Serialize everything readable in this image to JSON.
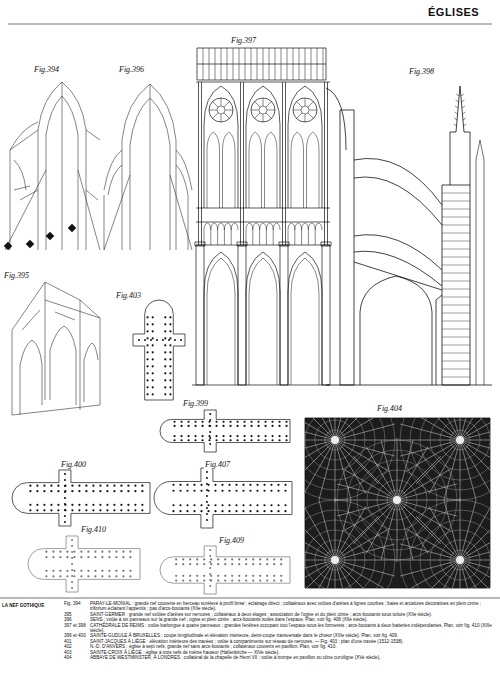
{
  "diagram": {
    "title": "ÉGLISES",
    "labels": [
      "Fig.394",
      "Fig.396",
      "Fig.397",
      "Fig.398",
      "Fig.395",
      "Fig.403",
      "Fig.399",
      "Fig.404",
      "Fig.400",
      "Fig.407",
      "Fig.410",
      "Fig.409",
      "LA NEF GOTHIQUE",
      "Fig. 394",
      "PARAY-LE-MONIAL : grande nef couverte en berceau surélevé à profil brisé ; éclairage direct ; collatéraux avec voûtes d'arêtes à lignes courbes ; baies et arcatures décoratives en plein cintre ; triforium éclairant l'appentis ; pas d'arcs-boutants (XIIe siècle).",
      "395",
      "SAINT-GERMER : grande nef voûtée d'arêtes sur nervures ; collatéraux à deux étages ; association de l'ogive et du plein cintre ; arcs-boutants sous toiture (XIIe siècle).",
      "396",
      "SENS ; voûte à six panneaux sur la grande nef ; ogive et plein cintre ; arcs-boutants isolés dans l'espace. Plan, voir fig. 408 (XIIe siècle).",
      "397 et 398",
      "CATHÉDRALE DE REIMS : voûte barlongue à quatre panneaux ; grandes fenêtres occupant tout l'espace sous les formerets ; arcs-boutants à deux batteries indépendantes. Plan, voir fig. 410 (XIIIe siècle).",
      "399 et 400",
      "SAINTE-GUDULE À BRUXELLES : coupe longitudinale et élévation intérieure, demi-coupe transversale dans le chœur (XIIIe siècle). Plan, voir fig. 409.",
      "401",
      "SAINT-JACQUES À LIÈGE : élévation intérieure des travées ; voûte à compartiments sur réseau de nervures. — Fig. 403 : plan d'une travée (1512-1538).",
      "402",
      "N.-D. D'ANVERS : église à sept nefs, grande nef sans arcs-boutants ; collatéraux couverts en pavillon. Plan, voir fig. 410.",
      "403",
      "SAINTE-CROIX À LIÈGE : église à trois nefs de même hauteur (Hallenkirche — XIVe siècle).",
      "404",
      "ABBAYE DE WESTMINSTER, À LONDRES : collatéral de la chapelle de Henri VII ; voûte à trompe en pavillon ou cône curviligne (XVe siècle)."
    ]
  }
}
